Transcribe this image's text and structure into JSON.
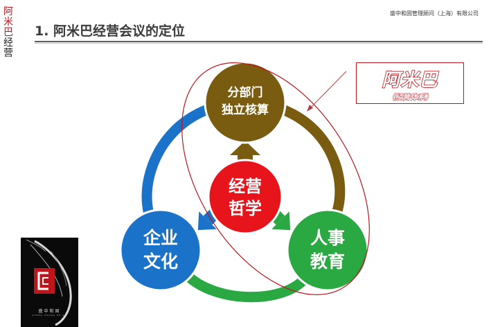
{
  "sidebar": {
    "label_red": "阿米巴",
    "label_dark": "经营"
  },
  "header": {
    "company": "盛中和固管理顾问（上海）有限公司",
    "title": "1. 阿米巴经营会议的定位"
  },
  "callout": {
    "main": "阿米巴",
    "sub": "（经营体系）"
  },
  "diagram": {
    "center": {
      "line1": "经营",
      "line2": "哲学",
      "color": "#e8141c"
    },
    "top": {
      "line1": "分部门",
      "line2": "独立核算",
      "color": "#7a5c10"
    },
    "left": {
      "line1": "企业",
      "line2": "文化",
      "color": "#1a73c8"
    },
    "right": {
      "line1": "人事",
      "line2": "教育",
      "color": "#2aa842"
    },
    "ring_colors": {
      "top_right": "#7a5c10",
      "left": "#1a73c8",
      "bottom": "#2aa842"
    },
    "ellipse_color": "#c0141c"
  },
  "logo": {
    "caption": "盛中和固",
    "subcaption": "SHENG ZHONG HE GU"
  }
}
